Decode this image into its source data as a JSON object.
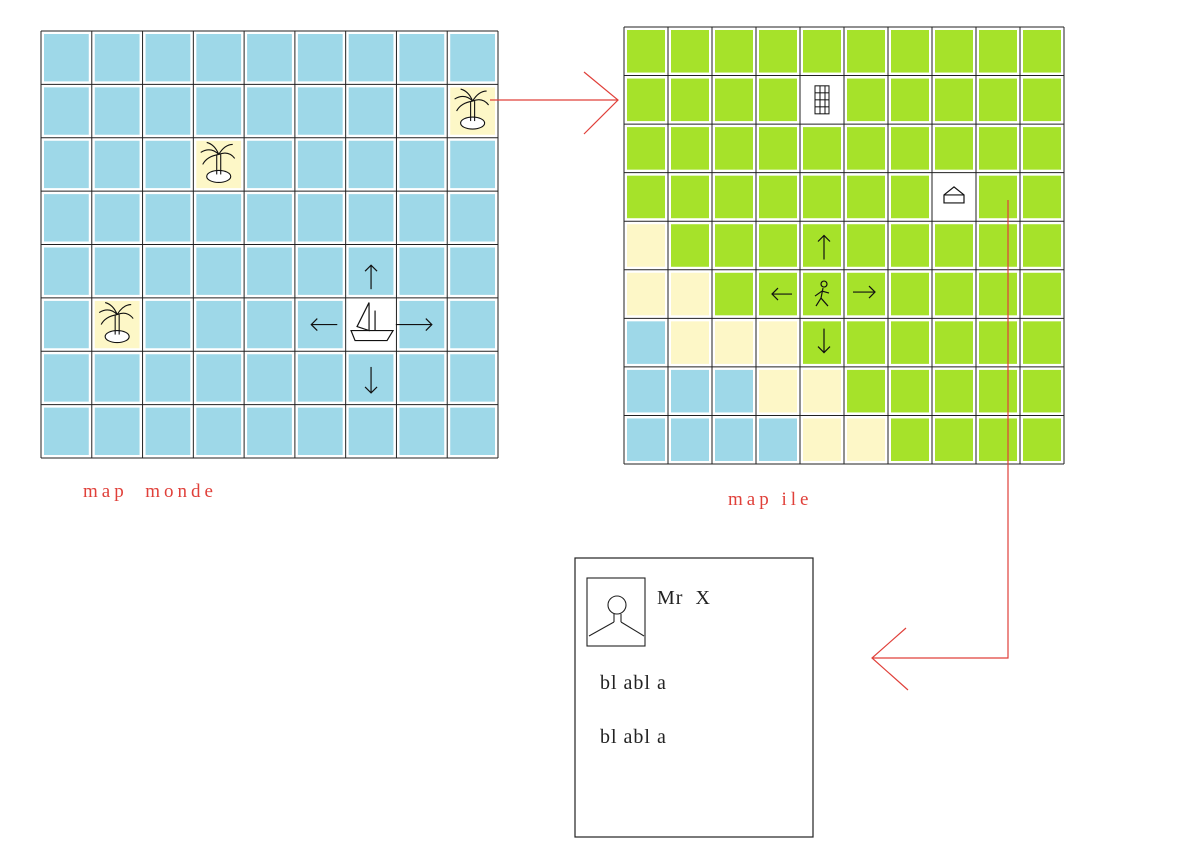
{
  "world_map": {
    "label": "map  monde",
    "rows": 8,
    "cols": 9,
    "cells": [
      "SSSSSSSSS",
      "SSSSSSSSI",
      "SSSISSSSS",
      "SSSSSSSSS",
      "SSSSSSSSS",
      "SISSSSBSS",
      "SSSSSSSSS",
      "SSSSSSSSS"
    ],
    "boat_moves": [
      "up",
      "down",
      "left",
      "right"
    ]
  },
  "island_map": {
    "label": "map ile",
    "rows": 9,
    "cols": 10,
    "cells": [
      "GGGGGGGGGG",
      "GGGGBGGGGG",
      "GGGGGGGGGG",
      "GGGGGGGHGG",
      "YGGGGGGGGG",
      "YYGGPGGGGG",
      "SYYYGGGGGG",
      "SSSYYGGGGG",
      "SSSSYYGGGG"
    ],
    "player_moves": [
      "up",
      "down",
      "left",
      "right"
    ]
  },
  "character_card": {
    "name": "Mr  X",
    "lines": [
      "bl abl a",
      "bl abl a"
    ]
  },
  "colors": {
    "sea": "#9ed8e8",
    "grass": "#a6e22a",
    "sand": "#fdf7c7",
    "arrow": "#e0403a",
    "grid": "#222222"
  }
}
